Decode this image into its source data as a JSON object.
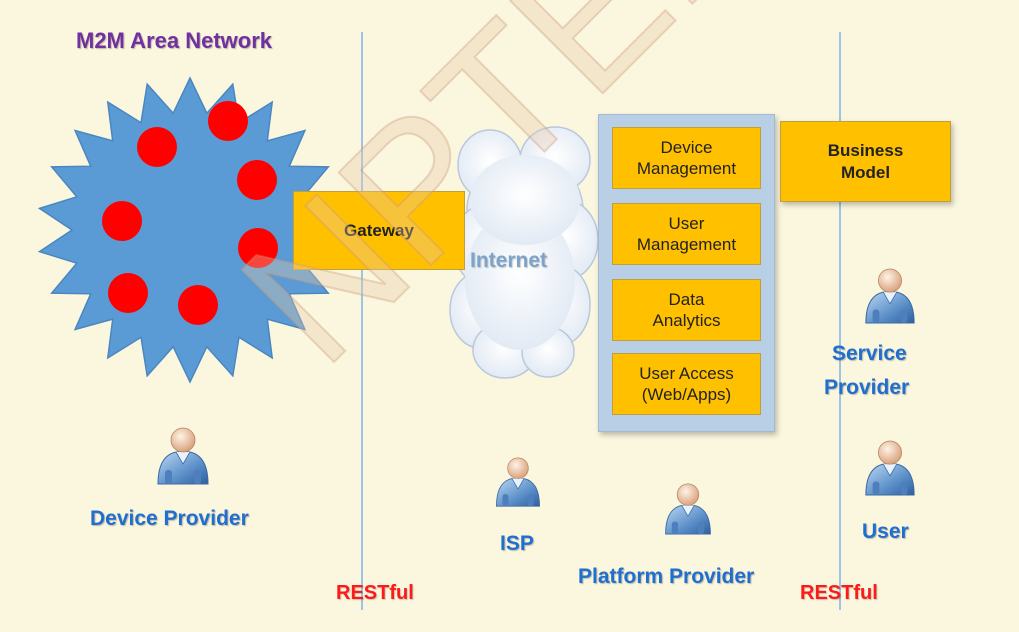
{
  "title": "M2M Area Network",
  "watermark": "NPTEL",
  "gateway": "Gateway",
  "internet": "Internet",
  "platform_modules": [
    {
      "line1": "Device",
      "line2": "Management"
    },
    {
      "line1": "User",
      "line2": "Management"
    },
    {
      "line1": "Data",
      "line2": "Analytics"
    },
    {
      "line1": "User Access",
      "line2": "(Web/Apps)"
    }
  ],
  "business_model": {
    "line1": "Business",
    "line2": "Model"
  },
  "actors": {
    "device_provider": "Device Provider",
    "isp": "ISP",
    "platform_provider": "Platform Provider",
    "service_provider_line1": "Service",
    "service_provider_line2": "Provider",
    "user": "User"
  },
  "interfaces": [
    "RESTful",
    "RESTful"
  ],
  "colors": {
    "background": "#fbf6de",
    "network_star": "#5b9bd5",
    "device_dot": "#ff0000",
    "module_box": "#ffc000",
    "platform_panel": "#b9cfe6",
    "divider": "#9dc3e6",
    "title_purple": "#7030a0",
    "actor_blue": "#1f6fd1",
    "interface_red": "#ff1a1a"
  }
}
